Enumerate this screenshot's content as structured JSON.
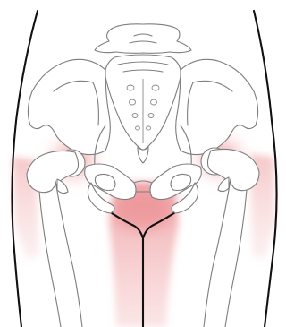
{
  "colors": {
    "background": "#ffffff",
    "pain_highlight": "#e8797e",
    "bone_stroke": "#7d7d7d",
    "body_outline": "#111111"
  },
  "highlighted_regions": [
    "left-hip",
    "right-hip",
    "left-outer-thigh",
    "right-outer-thigh",
    "groin",
    "inner-thighs"
  ]
}
